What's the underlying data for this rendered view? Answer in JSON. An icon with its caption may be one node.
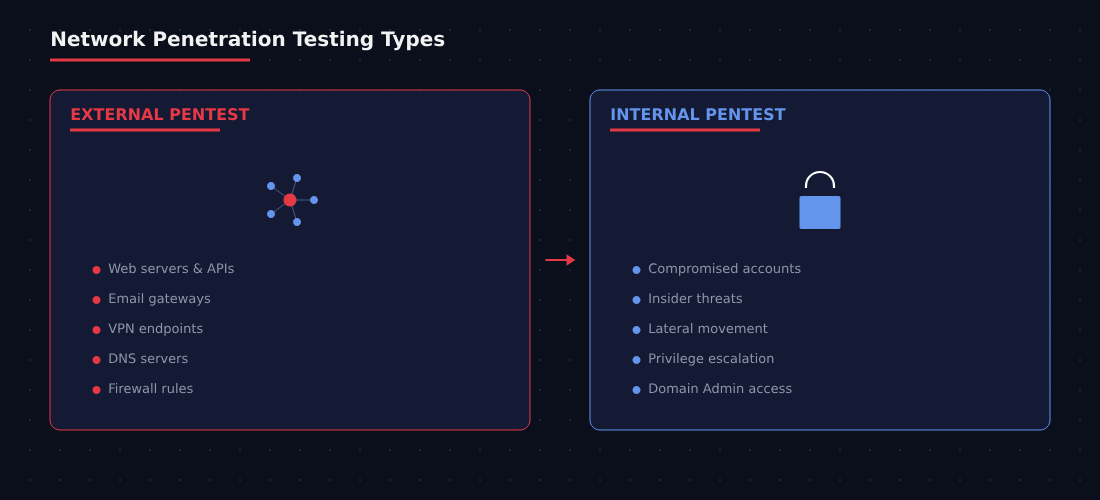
{
  "diagram": {
    "title": "Network Penetration Testing Types",
    "nodes": [
      {
        "text": [
          "EXTERNAL PENTEST",
          "Web servers & APIs",
          "Email gateways",
          "VPN endpoints",
          "DNS servers",
          "Firewall rules"
        ]
      },
      {
        "text": [
          "INTERNAL PENTEST",
          "Compromised accounts",
          "Insider threats",
          "Lateral movement",
          "Privilege escalation",
          "Domain Admin access"
        ]
      }
    ],
    "edges": [
      {
        "from": 0,
        "to": 1,
        "arrow": "to"
      }
    ]
  }
}
